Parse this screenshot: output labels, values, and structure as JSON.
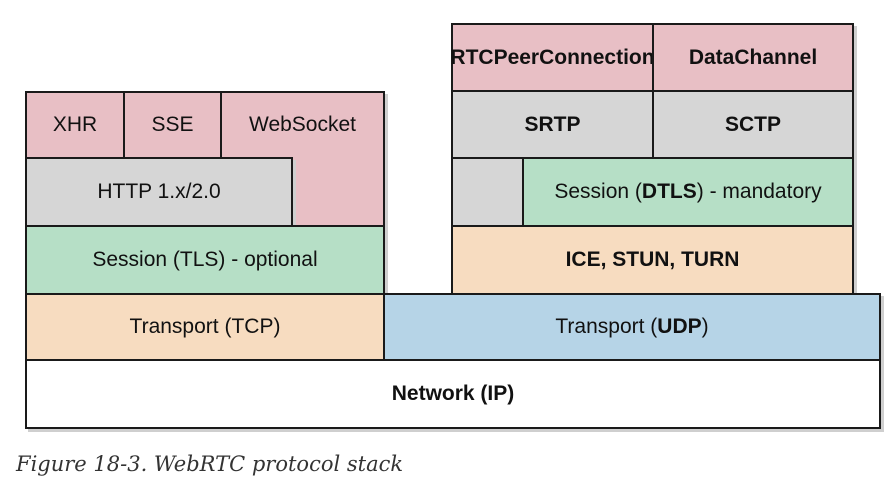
{
  "left_stack": {
    "xhr": "XHR",
    "sse": "SSE",
    "websocket": "WebSocket",
    "http": "HTTP 1.x/2.0",
    "session_prefix": "Session (TLS) - optional",
    "transport": "Transport (TCP)"
  },
  "right_stack": {
    "peerconnection": "RTCPeerConnection",
    "datachannel": "DataChannel",
    "srtp": "SRTP",
    "sctp": "SCTP",
    "session_pre": "Session (",
    "session_bold": "DTLS",
    "session_post": ") - mandatory",
    "ice": "ICE, STUN, TURN",
    "transport_pre": "Transport (",
    "transport_bold": "UDP",
    "transport_post": ")"
  },
  "network": {
    "pre": "Network (IP)"
  },
  "caption": "Figure 18-3. WebRTC protocol stack"
}
